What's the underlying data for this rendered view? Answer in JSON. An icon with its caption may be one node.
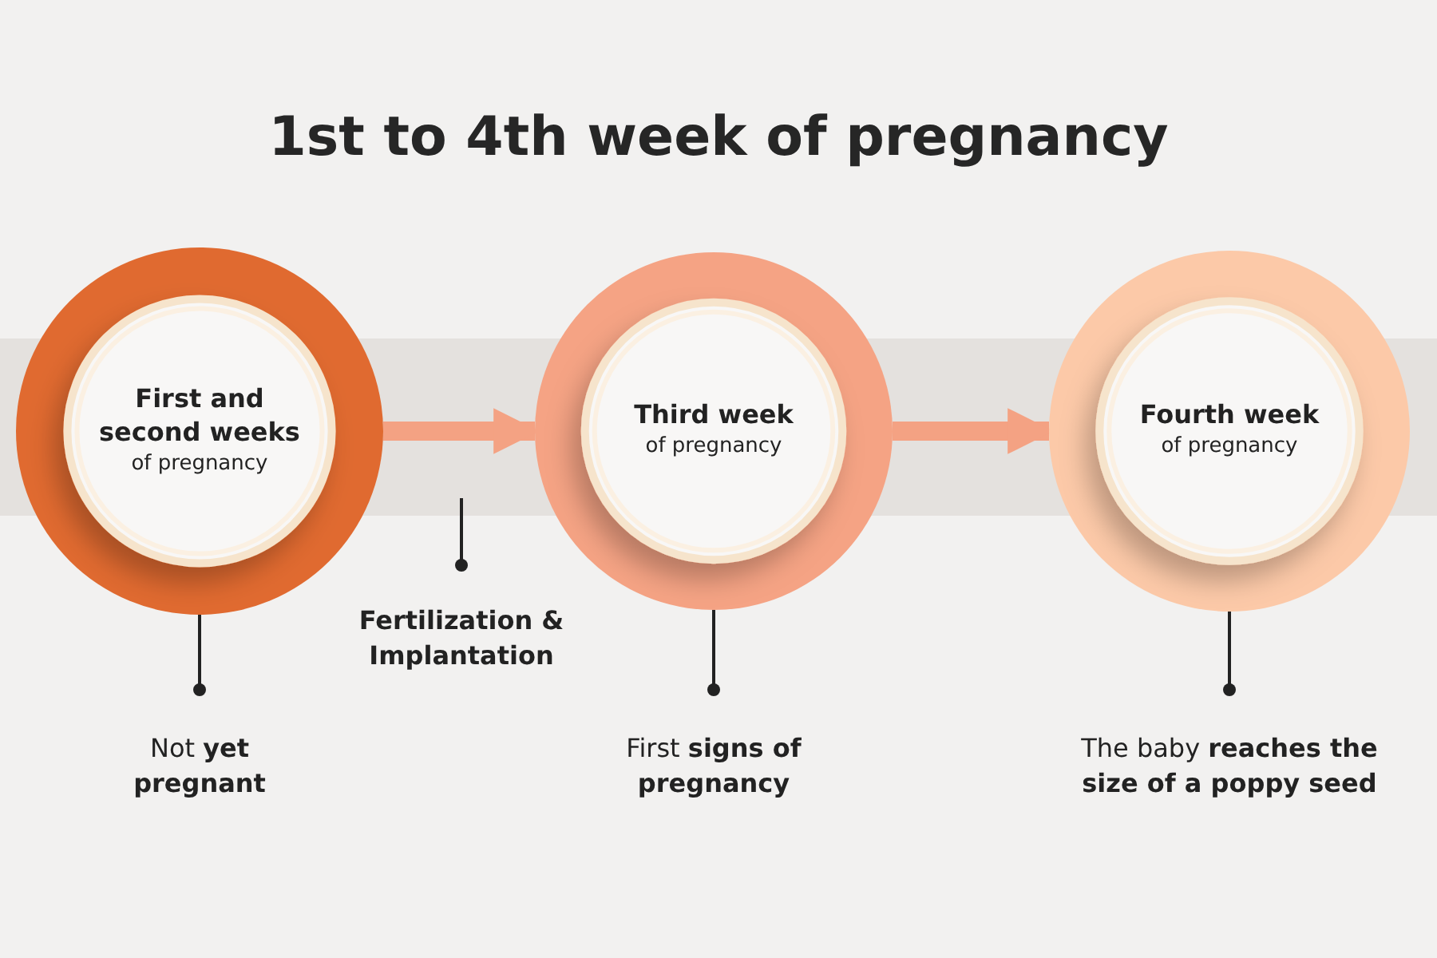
{
  "diagram": {
    "title": "1st to 4th week of pregnancy",
    "nodes": [
      {
        "text": [
          "First and second weeks",
          "of pregnancy"
        ]
      },
      {
        "text": [
          "Third week",
          "of pregnancy"
        ]
      },
      {
        "text": [
          "Fourth week",
          "of pregnancy"
        ]
      },
      {
        "text": [
          "Not **yet pregnant**"
        ]
      },
      {
        "text": [
          "Fertilization & Implantation"
        ]
      },
      {
        "text": [
          "First **signs of pregnancy**"
        ]
      },
      {
        "text": [
          "The baby **reaches the size of a poppy seed**"
        ]
      }
    ],
    "edges": [
      {
        "from": 0,
        "to": 1,
        "arrow": "to",
        "style": "thick",
        "color": "#f4a283"
      },
      {
        "from": 1,
        "to": 2,
        "arrow": "to",
        "style": "thick",
        "color": "#f4a283"
      },
      {
        "from": 0,
        "to": 3,
        "arrow": "other"
      },
      {
        "from": null,
        "to": 4,
        "arrow": "other"
      },
      {
        "from": 1,
        "to": 5,
        "arrow": "other"
      },
      {
        "from": 2,
        "to": 6,
        "arrow": "other"
      }
    ]
  }
}
